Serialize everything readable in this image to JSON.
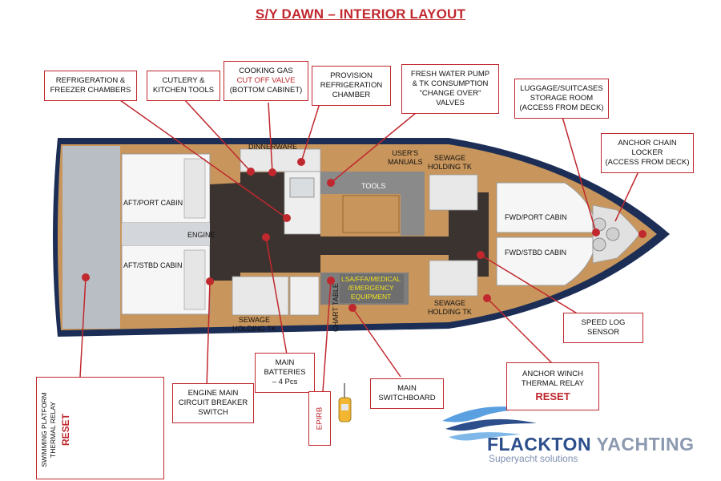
{
  "title": "S/Y DAWN – INTERIOR LAYOUT",
  "callouts": {
    "refrigeration": [
      "REFRIGERATION &",
      "FREEZER CHAMBERS"
    ],
    "cutlery": [
      "CUTLERY &",
      "KITCHEN TOOLS"
    ],
    "gas": {
      "line1": "COOKING GAS",
      "line2": "CUT OFF VALVE",
      "line3": "(BOTTOM CABINET)"
    },
    "provision": [
      "PROVISION",
      "REFRIGERATION",
      "CHAMBER"
    ],
    "freshwater": [
      "FRESH WATER PUMP",
      "& TK CONSUMPTION",
      "\"CHANGE OVER\"",
      "VALVES"
    ],
    "luggage": [
      "LUGGAGE/SUITCASES",
      "STORAGE ROOM",
      "(ACCESS FROM DECK)"
    ],
    "anchorchain": [
      "ANCHOR CHAIN",
      "LOCKER",
      "(ACCESS FROM DECK)"
    ],
    "speedlog": [
      "SPEED LOG",
      "SENSOR"
    ],
    "anchorwinch": {
      "line1": "ANCHOR WINCH",
      "line2": "THERMAL RELAY",
      "reset": "RESET"
    },
    "switchboard": [
      "MAIN",
      "SWITCHBOARD"
    ],
    "batteries": [
      "MAIN",
      "BATTERIES",
      "– 4 Pcs"
    ],
    "enginebreaker": [
      "ENGINE MAIN",
      "CIRCUIT BREAKER",
      "SWITCH"
    ],
    "epirb": "EPIRB",
    "swimplatform": {
      "line1": "SWIMMING PLATFORM",
      "line2": "THERMAL RELAY",
      "reset": "RESET"
    }
  },
  "plan_labels": {
    "aft_port": "AFT/PORT CABIN",
    "aft_stbd": "AFT/STBD CABIN",
    "engine": "ENGINE",
    "dinnerware": "DINNERWARE",
    "tools": "TOOLS",
    "users_manuals": [
      "USER'S",
      "MANUALS"
    ],
    "sewage_top": [
      "SEWAGE",
      "HOLDING TK"
    ],
    "sewage_bottom_left": [
      "SEWAGE",
      "HOLDING TK"
    ],
    "sewage_bottom_right": [
      "SEWAGE",
      "HOLDING TK"
    ],
    "fwd_port": "FWD/PORT CABIN",
    "fwd_stbd": "FWD/STBD CABIN",
    "chart_table": "CHART TABLE",
    "emergency": [
      "LSA/FFA/MEDICAL",
      "/EMERGENCY",
      "EQUIPMENT"
    ]
  },
  "logo": {
    "word1": "FLACKTON",
    "word2": " YACHTING",
    "tagline": "Superyacht solutions"
  },
  "colors": {
    "accent": "#c0282e",
    "hull": "#1c2e56",
    "wood": "#c8965c",
    "dark_floor": "#3b3330",
    "logo_blue": "#2c4f8c"
  }
}
